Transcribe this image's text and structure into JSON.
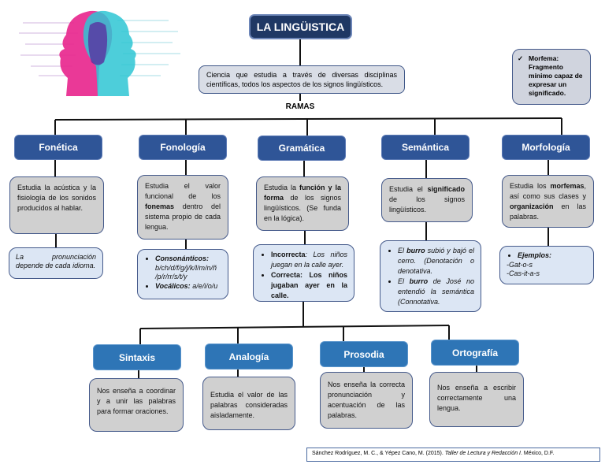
{
  "title": "LA LINGÜISTICA",
  "definition": "Ciencia que estudia a través de diversas disciplinas científicas, todos los aspectos de los signos lingüísticos.",
  "ramas_label": "RAMAS",
  "side_note": {
    "check_icon": "✓",
    "term": "Morfema:",
    "text": "Fragmento mínimo capaz de expresar un significado."
  },
  "branches": [
    {
      "name": "Fonética",
      "desc": {
        "pre": "Estudia la acústica y la fisiología de los sonidos producidos al hablar.",
        "bold": "",
        "post": ""
      },
      "example": "La pronunciación depende de cada idioma."
    },
    {
      "name": "Fonología",
      "desc": {
        "pre": "Estudia el valor funcional de los ",
        "bold": "fonemas",
        "post": " dentro del sistema propio de cada lengua."
      },
      "examples": [
        {
          "label": "Consonánticos:",
          "text": "b/ch/d/f/g/j/k/l/m/n/ñ /p/r/rr/s/t/y"
        },
        {
          "label": "Vocálicos:",
          "text": " a/e/i/o/u"
        }
      ]
    },
    {
      "name": "Gramática",
      "desc": {
        "pre": "Estudia la ",
        "bold": "función y la forma",
        "post": " de los signos lingüísticos. (Se funda en la lógica)."
      },
      "examples": [
        {
          "label": "Incorrecta",
          "text": ": Los niños juegan en la calle ayer."
        },
        {
          "label": "Correcta:",
          "text": " Los niños jugaban ayer en la calle."
        }
      ]
    },
    {
      "name": "Semántica",
      "desc": {
        "pre": "Estudia el ",
        "bold": "significado",
        "post": " de los signos lingüísticos."
      },
      "examples": [
        {
          "pre": "El ",
          "bold": "burro",
          "text": " subió y bajó el cerro. (Denotación o denotativa."
        },
        {
          "pre": "El ",
          "bold": "burro",
          "text": " de José no entendió la semántica (Connotativa."
        }
      ]
    },
    {
      "name": "Morfología",
      "desc": {
        "pre": "Estudia los ",
        "bold": "morfemas",
        "post": ", así como sus clases y ",
        "bold2": "organización",
        "post2": " en las palabras."
      },
      "examples": [
        {
          "label": "Ejemplos:",
          "lines": [
            "-Gat-o-s",
            "-Cas-it-a-s"
          ]
        }
      ]
    }
  ],
  "sub_branches": [
    {
      "name": "Sintaxis",
      "desc": "Nos enseña a coordinar y a unir las palabras para formar oraciones."
    },
    {
      "name": "Analogía",
      "desc": "Estudia el valor de las palabras consideradas aisladamente."
    },
    {
      "name": "Prosodia",
      "desc": "Nos enseña la correcta pronunciación y acentuación de las palabras."
    },
    {
      "name": "Ortografía",
      "desc": "Nos enseña a escribir correctamente una lengua."
    }
  ],
  "citation": {
    "authors": "Sánchez Rodríguez, M. C., & Yépez Cano, M. (2015). ",
    "work": "Taller de Lectura y Redacción I",
    "place": ". México, D.F."
  },
  "image": {
    "label": "two-heads-circuit-illustration",
    "colors": [
      "#e8248c",
      "#2ec5d3",
      "#5b2a9e"
    ]
  }
}
